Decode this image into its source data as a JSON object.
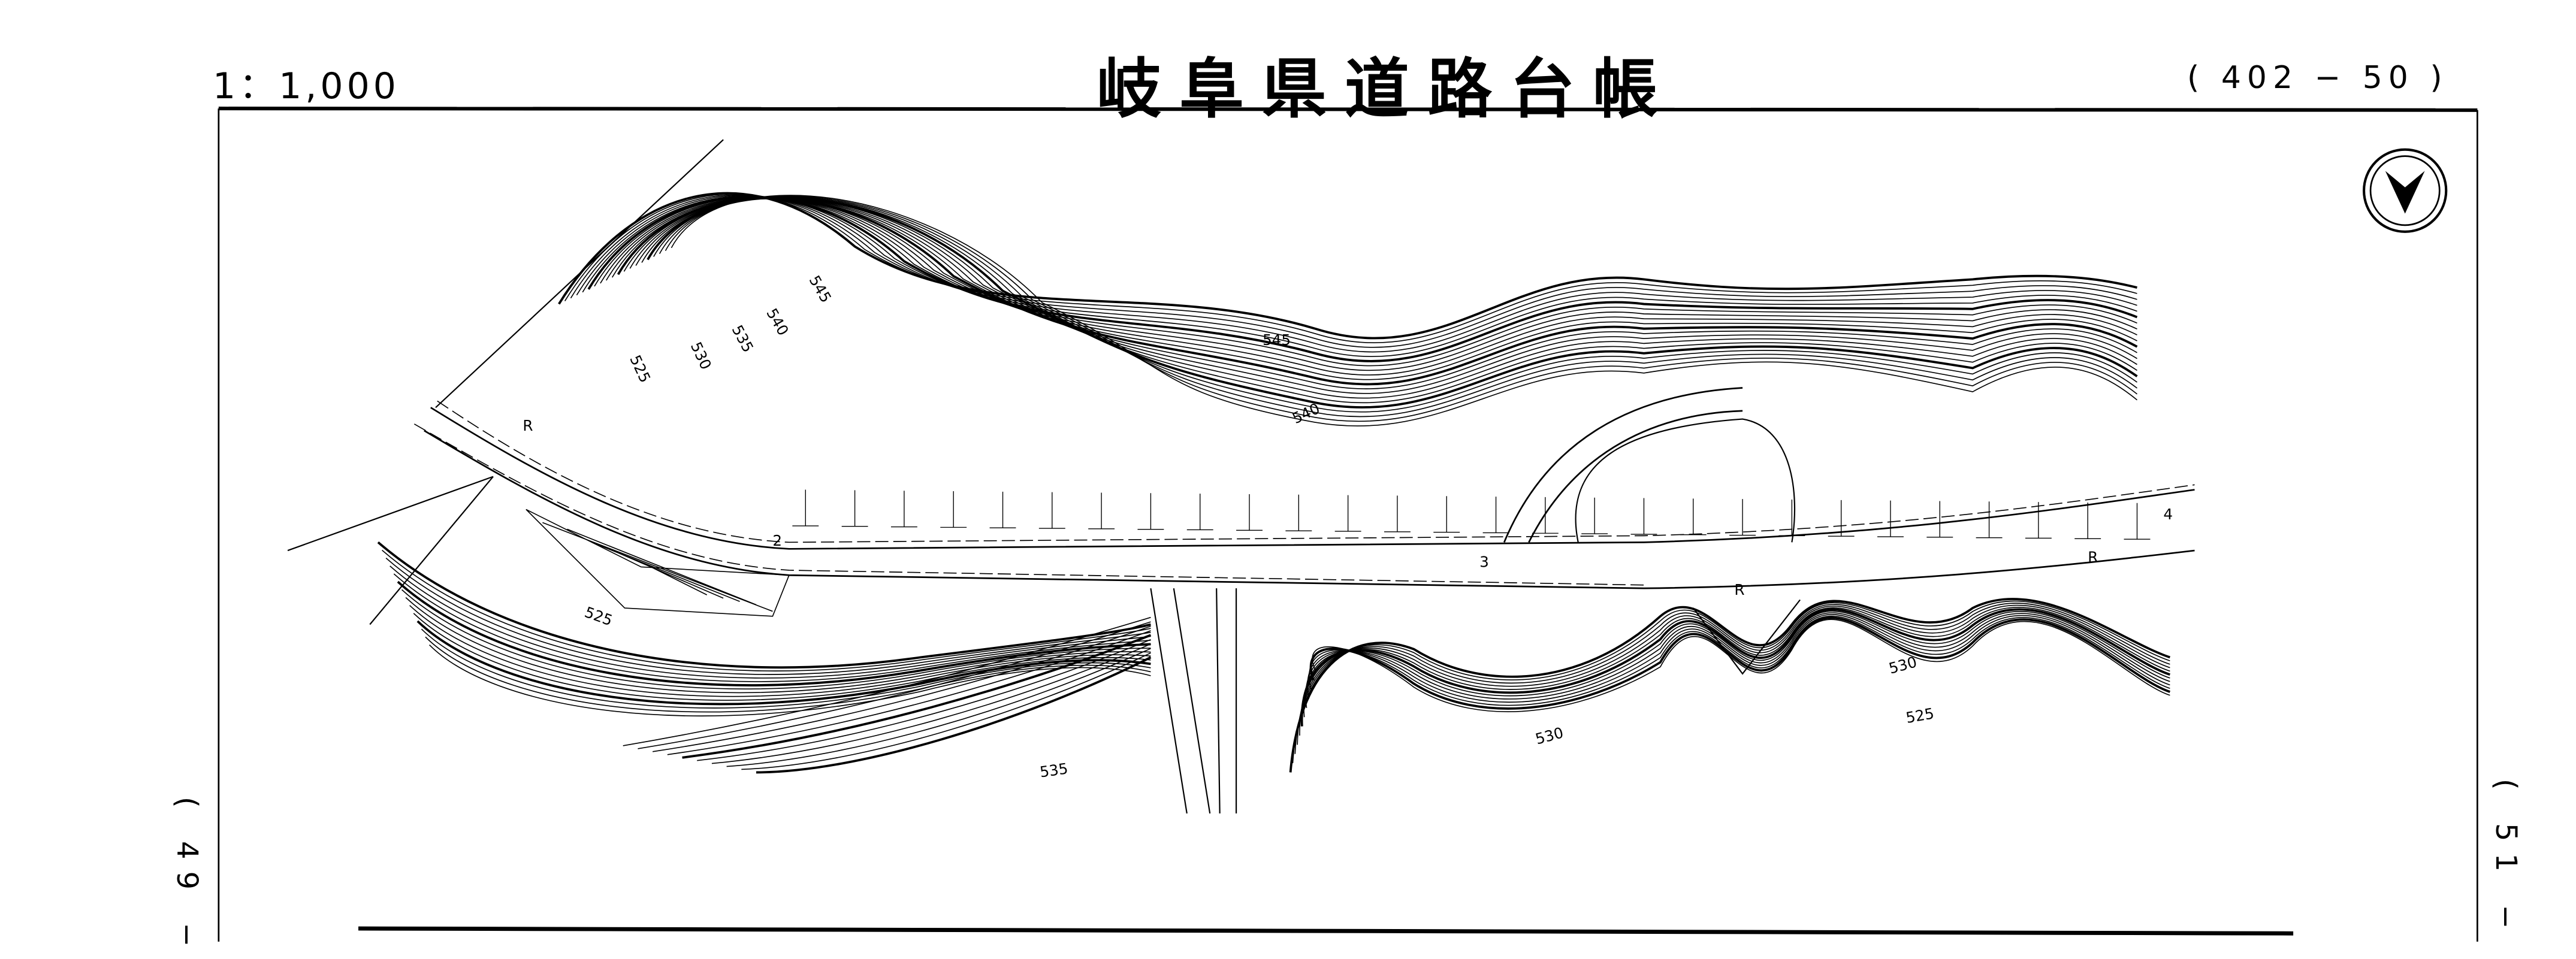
{
  "header": {
    "scale": "1：1,000",
    "title": "岐阜県道路台帳",
    "sheet_number": "( 402 − 50 )"
  },
  "adjacent_sheets": {
    "left": "( 49 −",
    "right": "( 51 −"
  },
  "north_arrow_icon": "north-arrow",
  "contour_labels": {
    "c1": "545",
    "c2": "540",
    "c3": "535",
    "c4": "530",
    "c5": "525",
    "c6": "545",
    "c7": "540",
    "c8": "525",
    "c9": "530",
    "c10": "530",
    "c11": "525",
    "c12": "535"
  },
  "road_markers": {
    "station_2": "2",
    "station_3": "3",
    "station_4": "4",
    "route_r1": "R",
    "route_r2": "R",
    "route_r3": "R"
  }
}
